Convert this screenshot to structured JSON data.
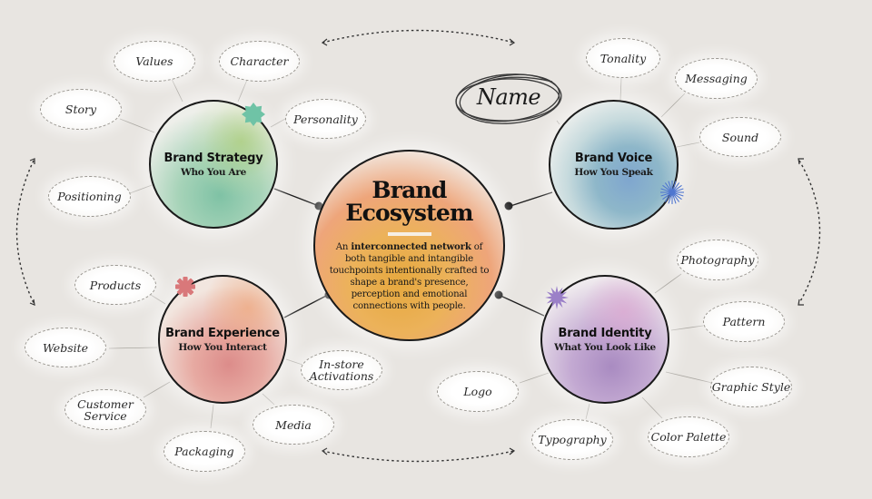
{
  "center": {
    "title_line1": "Brand",
    "title_line2": "Ecosystem",
    "desc_prefix": "An ",
    "desc_bold": "interconnected network",
    "desc_rest": " of both tangible and intangible touchpoints intentionally crafted to shape a brand's presence, perception and emotional connections with people."
  },
  "hubs": {
    "strategy": {
      "title": "Brand Strategy",
      "subtitle": "Who You Are",
      "accent": "#6fc3a6"
    },
    "voice": {
      "title": "Brand Voice",
      "subtitle": "How You Speak",
      "accent": "#5a7fd0"
    },
    "experience": {
      "title": "Brand Experience",
      "subtitle": "How You Interact",
      "accent": "#d9787a"
    },
    "identity": {
      "title": "Brand Identity",
      "subtitle": "What You Look Like",
      "accent": "#9b80c8"
    }
  },
  "nodes": {
    "values": "Values",
    "character": "Character",
    "story": "Story",
    "personality": "Personality",
    "positioning": "Positioning",
    "name": "Name",
    "tonality": "Tonality",
    "messaging": "Messaging",
    "sound": "Sound",
    "products": "Products",
    "website": "Website",
    "customer_service_1": "Customer",
    "customer_service_2": "Service",
    "packaging": "Packaging",
    "media": "Media",
    "instore_1": "In-store",
    "instore_2": "Activations",
    "photography": "Photography",
    "pattern": "Pattern",
    "graphic_style": "Graphic Style",
    "color_palette": "Color Palette",
    "typography": "Typography",
    "logo": "Logo"
  },
  "icons": {
    "strategy_burst": "eight-point-star-icon",
    "voice_burst": "starburst-lines-icon",
    "experience_burst": "asterisk-flower-icon",
    "identity_burst": "spiky-star-icon",
    "cycle_arrows": "dotted-double-arrow-icon"
  }
}
